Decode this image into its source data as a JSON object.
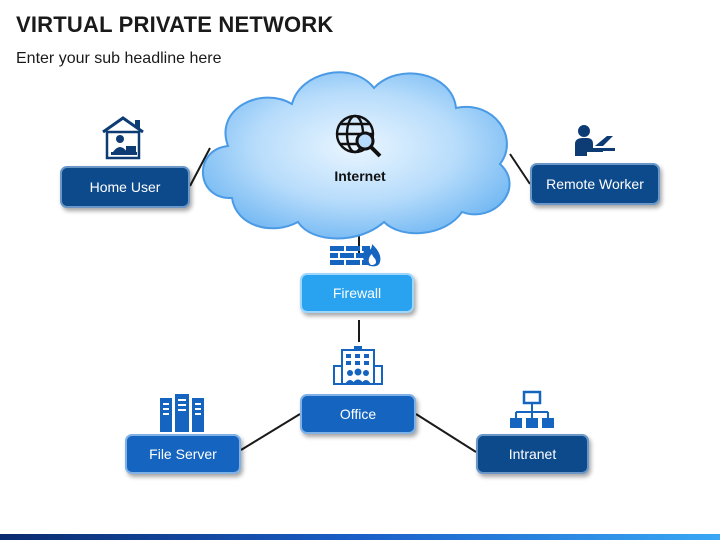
{
  "header": {
    "title": "VIRTUAL PRIVATE NETWORK",
    "subtitle": "Enter your sub headline here"
  },
  "cloud": {
    "label": "Internet",
    "icon": "globe-search-icon"
  },
  "nodes": {
    "home_user": {
      "label": "Home User",
      "icon": "home-worker-icon"
    },
    "remote_worker": {
      "label": "Remote Worker",
      "icon": "laptop-user-icon"
    },
    "firewall": {
      "label": "Firewall",
      "icon": "firewall-icon"
    },
    "office": {
      "label": "Office",
      "icon": "office-building-icon"
    },
    "file_server": {
      "label": "File Server",
      "icon": "server-rack-icon"
    },
    "intranet": {
      "label": "Intranet",
      "icon": "network-hierarchy-icon"
    }
  },
  "colors": {
    "dark": "#0d4a8c",
    "mid": "#1565c0",
    "light": "#29a3f0",
    "icon": "#1565c0"
  }
}
